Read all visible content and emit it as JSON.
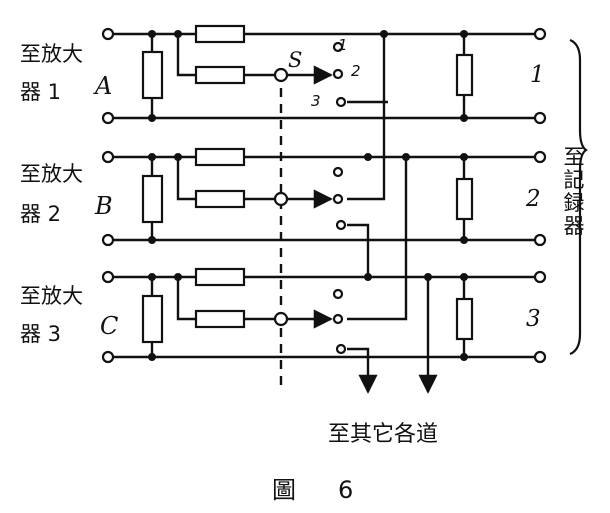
{
  "inputs": [
    {
      "label_line1": "至放大",
      "label_line2": "器 1",
      "channel": "A"
    },
    {
      "label_line1": "至放大",
      "label_line2": "器 2",
      "channel": "B"
    },
    {
      "label_line1": "至放大",
      "label_line2": "器 3",
      "channel": "C"
    }
  ],
  "switch_label": "S",
  "switch_positions": [
    "1",
    "2",
    "3"
  ],
  "outputs": [
    "1",
    "2",
    "3"
  ],
  "recorder_label": "至記録器",
  "bottom_label": "至其它各道",
  "caption": {
    "prefix": "圖",
    "number": "6"
  }
}
